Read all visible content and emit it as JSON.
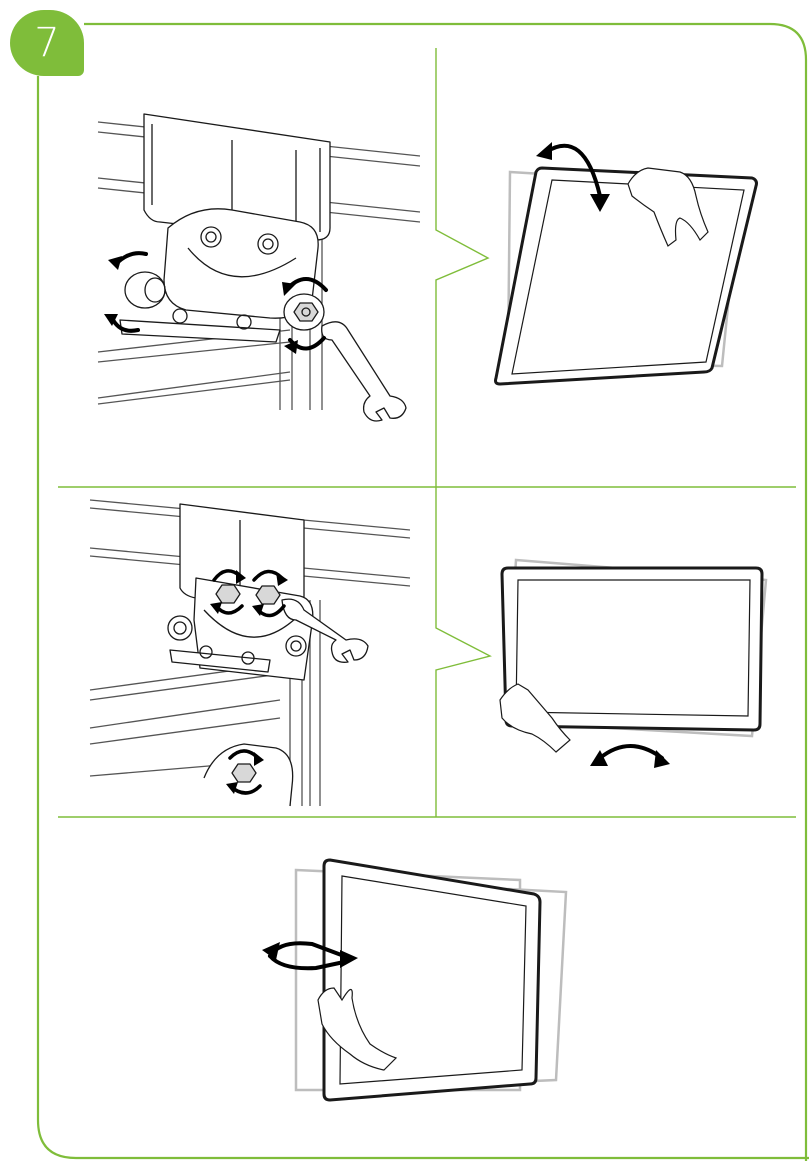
{
  "step": {
    "number": "7"
  },
  "colors": {
    "accent": "#7fbd3a",
    "ink": "#1a1a1a",
    "line_grey": "#9a9a9a",
    "ghost": "#bdbdbd"
  },
  "panels": [
    {
      "name": "panel-loosen-hinge-bolts",
      "content": "hinge-bracket-with-wrench-and-rotation-arrows"
    },
    {
      "name": "panel-tilt-monitor",
      "content": "monitor-tilt-vertical-with-hand"
    },
    {
      "name": "panel-tighten-bracket-nuts",
      "content": "bracket-nuts-with-wrench-and-rotation-arrows"
    },
    {
      "name": "panel-rotate-monitor",
      "content": "monitor-rotate-with-hand"
    },
    {
      "name": "panel-swivel-monitor",
      "content": "monitor-swivel-horizontal-with-hand"
    }
  ]
}
